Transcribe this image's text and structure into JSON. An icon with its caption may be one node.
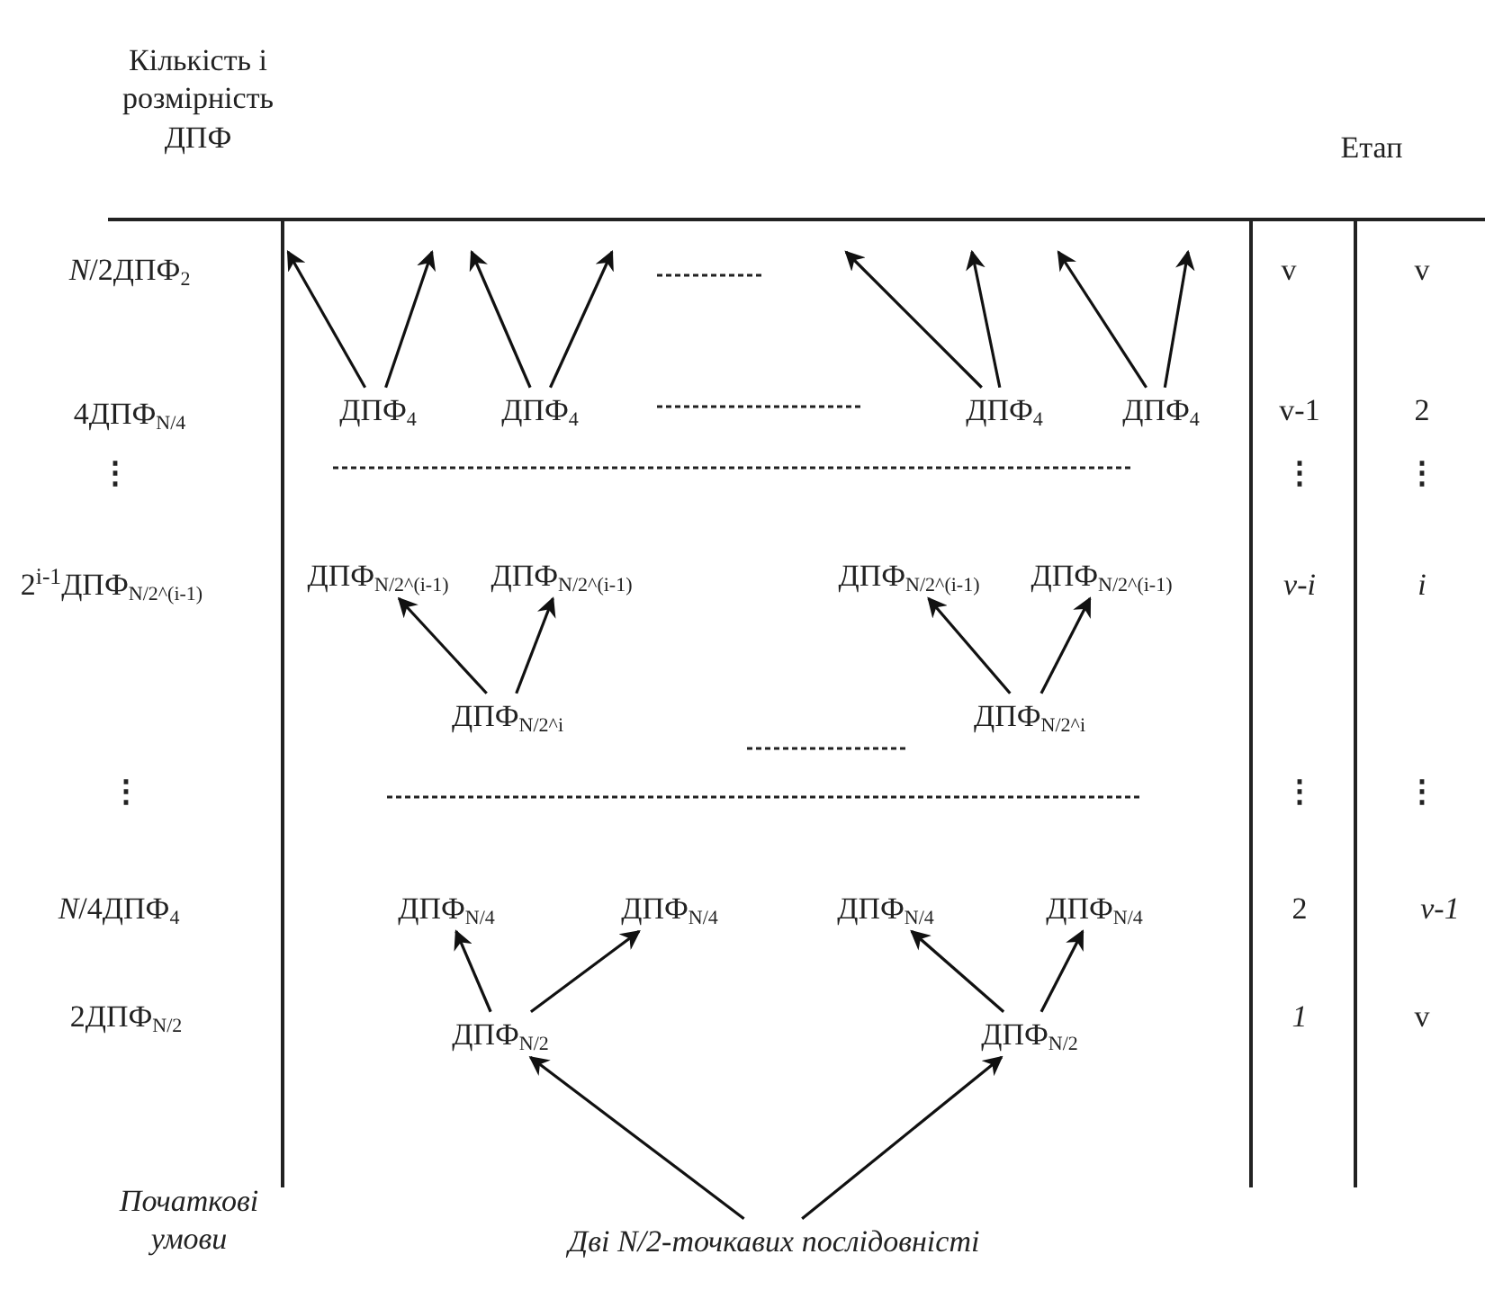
{
  "diagram": {
    "nodes": [
      {
        "text": [
          "ДПФ$_{4}$"
        ]
      },
      {
        "text": [
          "ДПФ$_{4}$"
        ]
      },
      {
        "text": [
          "ДПФ$_{4}$"
        ]
      },
      {
        "text": [
          "ДПФ$_{4}$"
        ]
      },
      {
        "text": [
          "ДПФ$_{N/2^(i-1)}$"
        ]
      },
      {
        "text": [
          "ДПФ$_{N/2^(i-1)}$"
        ]
      },
      {
        "text": [
          "ДПФ$_{N/2^(i-1)}$"
        ]
      },
      {
        "text": [
          "ДПФ$_{N/2^(i-1)}$"
        ]
      },
      {
        "text": [
          "ДПФ$_{N/2^i}$"
        ]
      },
      {
        "text": [
          "ДПФ$_{N/2^i}$"
        ]
      },
      {
        "text": [
          "ДПФ$_{N/4}$"
        ]
      },
      {
        "text": [
          "ДПФ$_{N/4}$"
        ]
      },
      {
        "text": [
          "ДПФ$_{N/4}$"
        ]
      },
      {
        "text": [
          "ДПФ$_{N/4}$"
        ]
      },
      {
        "text": [
          "ДПФ$_{N/2}$"
        ]
      },
      {
        "text": [
          "ДПФ$_{N/2}$"
        ]
      },
      {
        "text": [
          "Дві N/2-точкавих послідовністі"
        ]
      }
    ],
    "edges": [
      {
        "from": 0,
        "to": null,
        "arrow": "to"
      },
      {
        "from": 0,
        "to": null,
        "arrow": "to"
      },
      {
        "from": 1,
        "to": null,
        "arrow": "to"
      },
      {
        "from": 1,
        "to": null,
        "arrow": "to"
      },
      {
        "from": 2,
        "to": null,
        "arrow": "to"
      },
      {
        "from": 2,
        "to": null,
        "arrow": "to"
      },
      {
        "from": 3,
        "to": null,
        "arrow": "to"
      },
      {
        "from": 3,
        "to": null,
        "arrow": "to"
      },
      {
        "from": 8,
        "to": 4,
        "arrow": "to"
      },
      {
        "from": 8,
        "to": 5,
        "arrow": "to"
      },
      {
        "from": 9,
        "to": 6,
        "arrow": "to"
      },
      {
        "from": 9,
        "to": 7,
        "arrow": "to"
      },
      {
        "from": 14,
        "to": 10,
        "arrow": "to"
      },
      {
        "from": 14,
        "to": 11,
        "arrow": "to"
      },
      {
        "from": 15,
        "to": 12,
        "arrow": "to"
      },
      {
        "from": 15,
        "to": 13,
        "arrow": "to"
      },
      {
        "from": 16,
        "to": 14,
        "arrow": "to"
      },
      {
        "from": 16,
        "to": 15,
        "arrow": "to"
      }
    ],
    "labels": [
      "Кількість і розмірність ДПФ",
      "Етап",
      "*N*/2ДПФ$_{2}$",
      "v",
      "v",
      "4ДПФ$_{N/4}$",
      "v-1",
      "2",
      "⋮",
      "⋮",
      "⋮",
      "2$^{i-1}$ДПФ$_{N/2^(i-1)}$",
      "v-i",
      "i",
      "⋮",
      "⋮",
      "⋮",
      "*N*/4ДПФ$_{4}$",
      "2",
      "v-1",
      "2ДПФ$_{N/2}$",
      "1",
      "v",
      "Початкові умови"
    ]
  }
}
